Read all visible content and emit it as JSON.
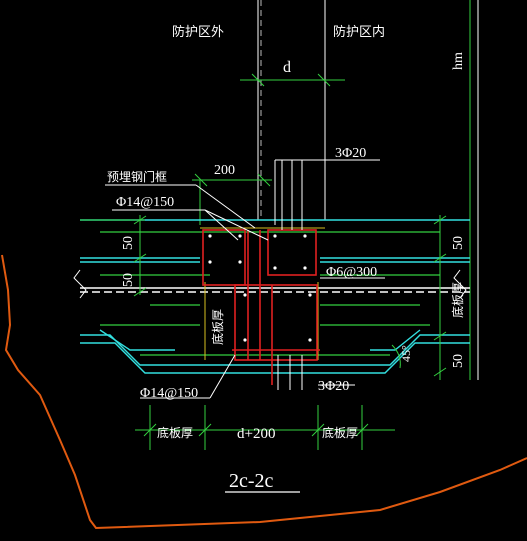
{
  "labels": {
    "outside_zone": "防护区外",
    "inside_zone": "防护区内",
    "dim_d": "d",
    "dim_hm": "hm",
    "rebar_top_right": "3Φ20",
    "dim_200": "200",
    "embedded_frame": "预埋钢门框",
    "rebar_top_left": "Φ14@150",
    "dim_50_left": "50",
    "dim_50_left2": "50",
    "dim_50_right_top": "50",
    "stirrup_note": "Φ6@300",
    "slab_thickness_right": "底板厚",
    "slab_thickness_center": "底板厚",
    "angle_note": "45°",
    "dim_50_right_bottom": "50",
    "rebar_bottom_right": "3Φ20",
    "rebar_bottom_left": "Φ14@150",
    "dim_bottom_left": "底板厚",
    "dim_bottom_middle": "d+200",
    "dim_bottom_right": "底板厚",
    "section_title": "2c-2c"
  },
  "colors": {
    "background": "#000000",
    "structure_cyan": "#33e0e0",
    "rebar_red": "#e02020",
    "dimension_green": "#33d040",
    "leader_white": "#ffffff",
    "boundary_orange": "#e05a10",
    "yellow_guide": "#d8c020"
  }
}
